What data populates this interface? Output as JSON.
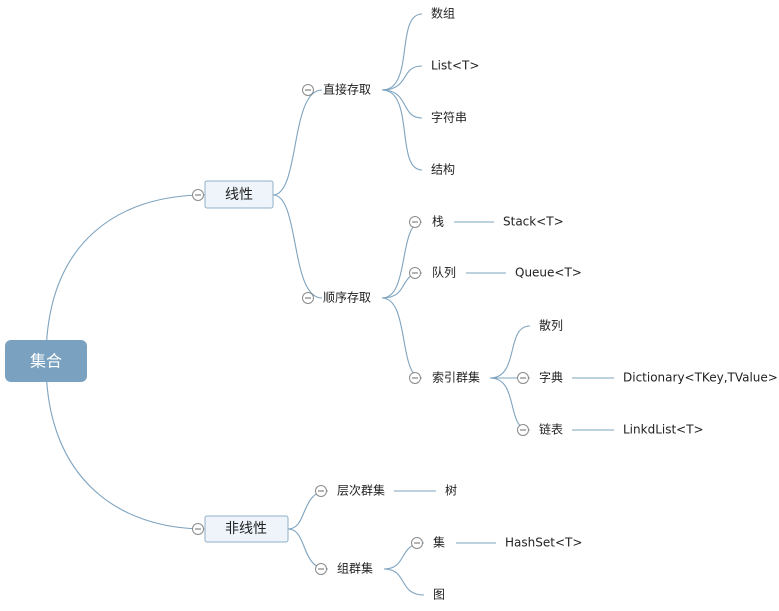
{
  "root": "集合",
  "linear": {
    "label": "线性",
    "direct": {
      "label": "直接存取",
      "items": [
        "数组",
        "List<T>",
        "字符串",
        "结构"
      ]
    },
    "sequential": {
      "label": "顺序存取",
      "stack": {
        "label": "栈",
        "detail": "Stack<T>"
      },
      "queue": {
        "label": "队列",
        "detail": "Queue<T>"
      },
      "indexed": {
        "label": "索引群集",
        "hash": "散列",
        "dict": {
          "label": "字典",
          "detail": "Dictionary<TKey,TValue>"
        },
        "linked": {
          "label": "链表",
          "detail": "LinkdList<T>"
        }
      }
    }
  },
  "nonlinear": {
    "label": "非线性",
    "hierarchy": {
      "label": "层次群集",
      "detail": "树"
    },
    "group": {
      "label": "组群集",
      "set": {
        "label": "集",
        "detail": "HashSet<T>"
      },
      "graph": "图"
    }
  },
  "colors": {
    "connector": "#7ea3bf",
    "root_fill": "#7aa2c0",
    "box_fill": "#eef4fa"
  }
}
